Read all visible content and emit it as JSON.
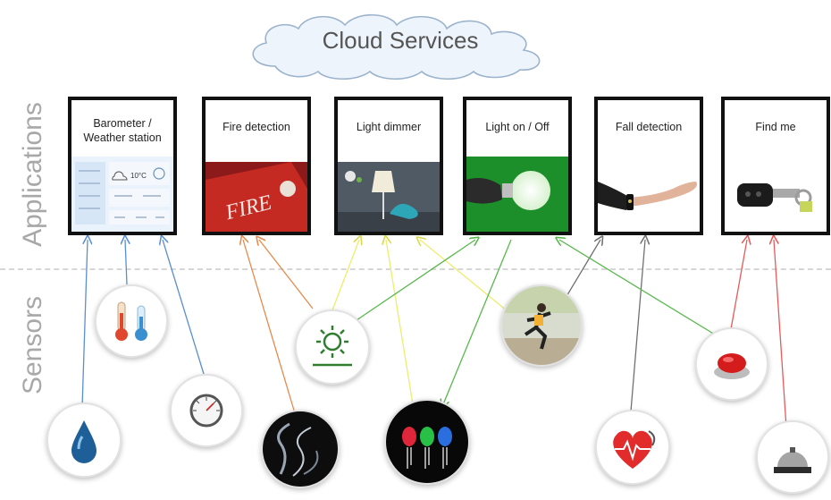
{
  "title": "Cloud Services",
  "side_labels": {
    "applications": "Applications",
    "sensors": "Sensors"
  },
  "applications": [
    {
      "id": "barometer",
      "title": "Barometer / Weather station",
      "weather_temp": "10°C"
    },
    {
      "id": "fire",
      "title": "Fire detection",
      "image_text": "FIRE"
    },
    {
      "id": "dimmer",
      "title": "Light dimmer"
    },
    {
      "id": "onoff",
      "title": "Light on / Off"
    },
    {
      "id": "fall",
      "title": "Fall detection"
    },
    {
      "id": "findme",
      "title": "Find me"
    }
  ],
  "sensors": [
    {
      "id": "water",
      "icon": "water-drop-icon"
    },
    {
      "id": "thermometer",
      "icon": "thermometer-icon"
    },
    {
      "id": "pressure",
      "icon": "pressure-gauge-icon"
    },
    {
      "id": "smoke",
      "icon": "smoke-icon"
    },
    {
      "id": "light",
      "icon": "light-sensor-icon"
    },
    {
      "id": "leds",
      "icon": "led-icon"
    },
    {
      "id": "motion",
      "icon": "runner-icon"
    },
    {
      "id": "heart",
      "icon": "heart-rate-icon"
    },
    {
      "id": "button",
      "icon": "red-button-icon"
    },
    {
      "id": "bell",
      "icon": "bell-icon"
    }
  ],
  "colors": {
    "blue": "#5a8fd0",
    "orange": "#e8894a",
    "yellow": "#eded6e",
    "green": "#58b84c",
    "gray": "#707070",
    "red": "#e85a5a"
  }
}
